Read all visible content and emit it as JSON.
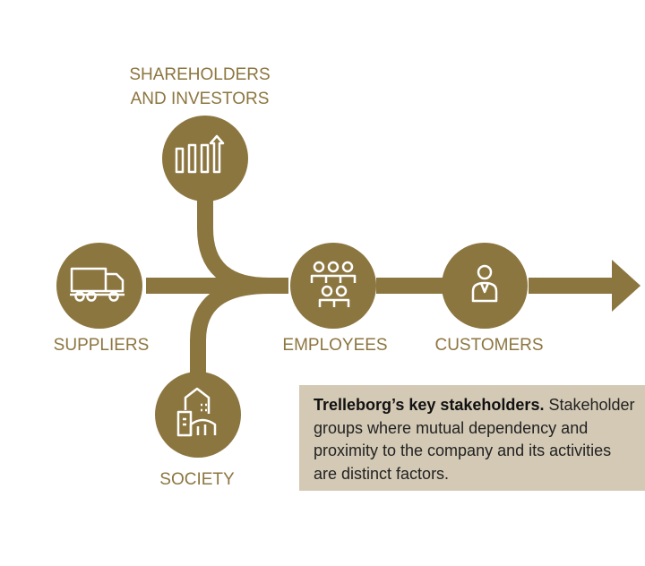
{
  "colors": {
    "accent": "#8C7640",
    "note_bg": "#D3C9B5"
  },
  "stakeholders": {
    "shareholders": {
      "line1": "SHAREHOLDERS",
      "line2": "AND INVESTORS",
      "icon": "bar-chart-growth-icon"
    },
    "suppliers": {
      "label": "SUPPLIERS",
      "icon": "truck-icon"
    },
    "employees": {
      "label": "EMPLOYEES",
      "icon": "people-group-icon"
    },
    "customers": {
      "label": "CUSTOMERS",
      "icon": "person-icon"
    },
    "society": {
      "label": "SOCIETY",
      "icon": "city-buildings-icon"
    }
  },
  "note": {
    "title": "Trelleborg’s key stakeholders.",
    "body": " Stakeholder groups where mutual dependency and proximity to the company and its activities are distinct factors."
  }
}
